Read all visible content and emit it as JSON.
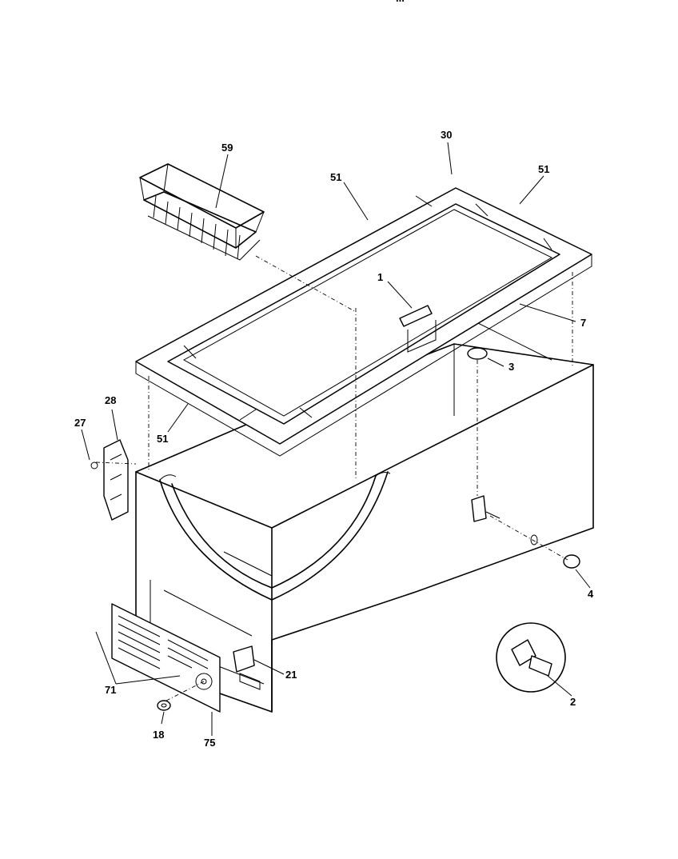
{
  "header": {
    "partial_text": "..."
  },
  "callouts": {
    "c1": "1",
    "c2": "2",
    "c3": "3",
    "c4": "4",
    "c7": "7",
    "c18": "18",
    "c21": "21",
    "c27": "27",
    "c28": "28",
    "c30": "30",
    "c51a": "51",
    "c51b": "51",
    "c51c": "51",
    "c59": "59",
    "c71": "71",
    "c75": "75"
  },
  "colors": {
    "line": "#000000",
    "background": "#ffffff"
  }
}
